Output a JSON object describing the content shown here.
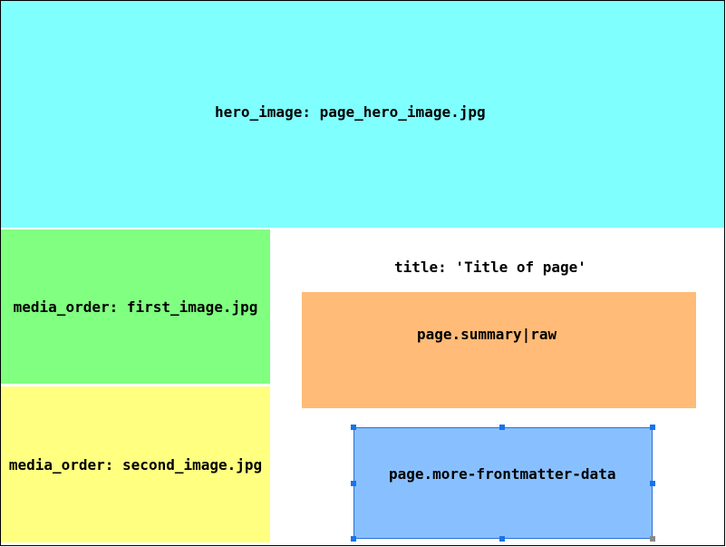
{
  "hero": {
    "label": "hero_image: page_hero_image.jpg",
    "color": "#80ffff"
  },
  "media": [
    {
      "label": "media_order: first_image.jpg",
      "color": "#80ff80"
    },
    {
      "label": "media_order: second_image.jpg",
      "color": "#ffff80"
    }
  ],
  "title": {
    "label": "title: 'Title of page'"
  },
  "summary": {
    "label": "page.summary|raw",
    "color": "#ffbb77"
  },
  "more": {
    "label": "page.more-frontmatter-data",
    "color": "#88c0ff",
    "selected": true
  }
}
